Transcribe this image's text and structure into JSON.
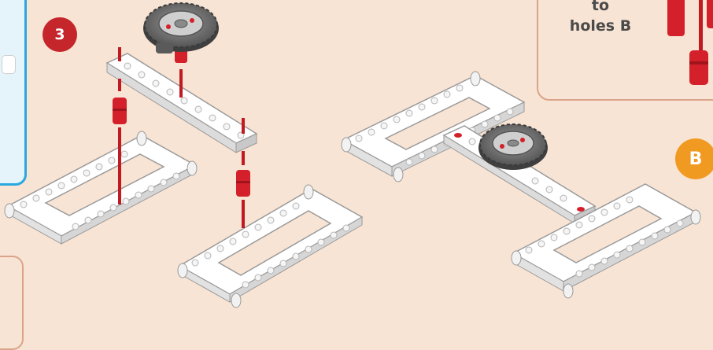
{
  "step": {
    "number": "3"
  },
  "callout": {
    "line1": "to",
    "line2": "holes B"
  },
  "hole_marker": {
    "label": "B"
  },
  "colors": {
    "background": "#f8e4d4",
    "step_badge": "#c5262c",
    "hole_badge": "#f19a22",
    "side_panel_border": "#29a8e0",
    "callout_border": "#d9a48a",
    "pin_red": "#d3202a",
    "gear_gray": "#6b6b6b"
  },
  "icons": [
    "frame-piece",
    "rod-piece",
    "gear-icon",
    "pin-connector",
    "guide-line"
  ]
}
